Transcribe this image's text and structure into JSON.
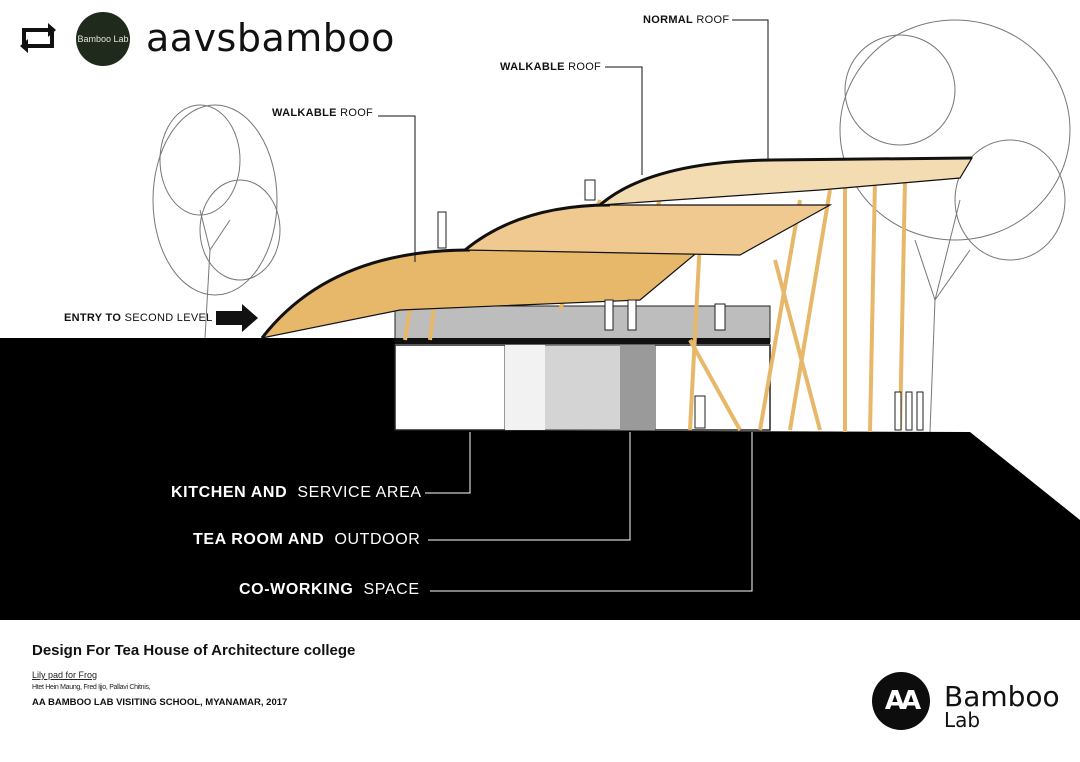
{
  "header": {
    "username": "aavsbamboo",
    "avatar_text": "Bamboo Lab",
    "repost_icon": "repost-icon"
  },
  "callouts": {
    "normal_roof": {
      "bold": "NORMAL",
      "light": " ROOF"
    },
    "walkable_roof_upper": {
      "bold": "WALKABLE",
      "light": " ROOF"
    },
    "walkable_roof_lower": {
      "bold": "WALKABLE",
      "light": " ROOF"
    },
    "entry": {
      "bold": "ENTRY TO",
      "light": " SECOND LEVEL"
    }
  },
  "zones": {
    "kitchen": {
      "bold": "KITCHEN AND",
      "light": "SERVICE AREA"
    },
    "tea_room": {
      "bold": "TEA ROOM AND",
      "light": "OUTDOOR"
    },
    "coworking": {
      "bold": "CO-WORKING",
      "light": "SPACE"
    }
  },
  "footer": {
    "title": "Design For Tea House of Architecture college",
    "project": "Lily pad for Frog",
    "authors": "Htet Hein Maung, Fred Ijjo, Pallavi Chitnis,",
    "school": "AA BAMBOO LAB VISITING SCHOOL, MYANAMAR, 2017"
  },
  "logo": {
    "mark": "AA",
    "bamboo": "Bamboo",
    "lab": "Lab"
  },
  "colors": {
    "bamboo": "#e8b86a",
    "ground": "#000000",
    "line": "#111111"
  }
}
